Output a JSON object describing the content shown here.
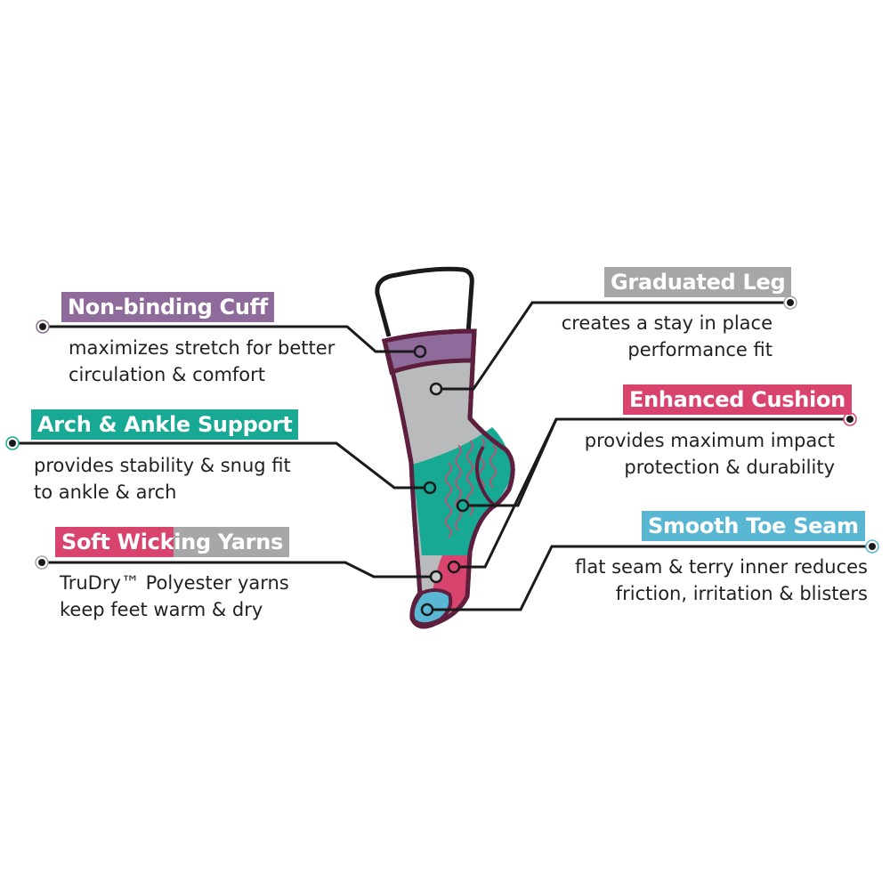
{
  "features": [
    {
      "title": "Non-binding Cuff",
      "desc1": "maximizes stretch for better",
      "desc2": "circulation & comfort",
      "color": "#8f6b9c"
    },
    {
      "title": "Graduated Leg",
      "desc1": "creates a stay in place",
      "desc2": "performance fit",
      "color": "#a5a7a8"
    },
    {
      "title": "Enhanced Cushion",
      "desc1": "provides maximum impact",
      "desc2": "protection & durability",
      "color": "#d8446d"
    },
    {
      "title": "Arch & Ankle Support",
      "desc1": "provides stability & snug fit",
      "desc2": "to ankle & arch",
      "color": "#17a994"
    },
    {
      "title_a": "Soft Wick",
      "title_b": "ing Yarns",
      "desc1": "TruDry™ Polyester yarns",
      "desc2": "keep feet warm & dry",
      "color_a": "#d8446d",
      "color_b": "#a5a7a8"
    },
    {
      "title": "Smooth Toe Seam",
      "desc1": "flat seam & terry inner reduces",
      "desc2": "friction, irritation & blisters",
      "color": "#5ab7d3"
    }
  ]
}
